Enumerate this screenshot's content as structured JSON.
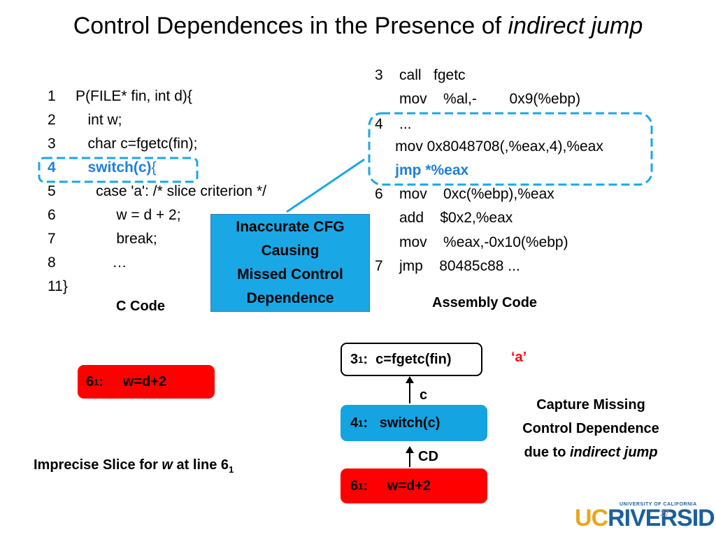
{
  "title": {
    "main": "Control Dependences in the Presence of ",
    "emph": "indirect jump"
  },
  "c_code": {
    "lines": [
      {
        "num": "1",
        "text": "P(FILE* fin, int d){"
      },
      {
        "num": "2",
        "text": "   int w;"
      },
      {
        "num": "3",
        "text": "   char c=fgetc(fin);"
      },
      {
        "num": "4",
        "text": "   switch(c)",
        "tail": "{"
      },
      {
        "num": "5",
        "text": "     case 'a': /* slice criterion */"
      },
      {
        "num": "6",
        "text": "          w = d + 2;"
      },
      {
        "num": "7",
        "text": "          break;"
      },
      {
        "num": "8",
        "text": "         …"
      },
      {
        "num": "11",
        "text": "}"
      }
    ],
    "caption": "C Code"
  },
  "asm_code": {
    "lines": [
      "3    call   fgetc",
      "      mov    %al,-        0x9(%ebp)",
      "4    ...",
      "     mov 0x8048708(,%eax,4),%eax",
      "     jmp *%eax",
      "6    mov    0xc(%ebp),%eax",
      "      add    $0x2,%eax",
      "      mov    %eax,-0x10(%ebp)",
      "7    jmp    80485c88 ..."
    ],
    "caption": "Assembly Code"
  },
  "callout": {
    "line1": "Inaccurate CFG",
    "line2": "Causing",
    "line3": "Missed Control",
    "line4": "Dependence"
  },
  "left_node": {
    "prefix": "6",
    "sub": "1",
    "suffix": ":     w=d+2"
  },
  "imprecise": {
    "pre": "Imprecise Slice for ",
    "var": "w",
    "mid": " at line 6",
    "sub": "1"
  },
  "graph": {
    "node3": {
      "prefix": "3",
      "sub": "1",
      "suffix": ":  c=fgetc(fin)"
    },
    "node4": {
      "prefix": "4",
      "sub": "1",
      "suffix": ":   switch(c)"
    },
    "node6": {
      "prefix": "6",
      "sub": "1",
      "suffix": ":     w=d+2"
    },
    "edge_top_label": "c",
    "edge_bottom_label": "CD",
    "a_label": "‘a’"
  },
  "capture": {
    "line1": "Capture Missing",
    "line2": "Control Dependence",
    "line3": "due to ",
    "emph": "indirect jump"
  },
  "logo": {
    "uc": "UC",
    "riverside": "RIVERSIDE",
    "small": "UNIVERSITY OF CALIFORNIA",
    "page": "27"
  },
  "colors": {
    "blue_text": "#1f7fd9",
    "callout_bg": "#1aa7e6",
    "red_node": "#ff0000",
    "blue_node": "#14a4e2",
    "gold": "#e8a81c",
    "navy": "#1a5f9e"
  }
}
